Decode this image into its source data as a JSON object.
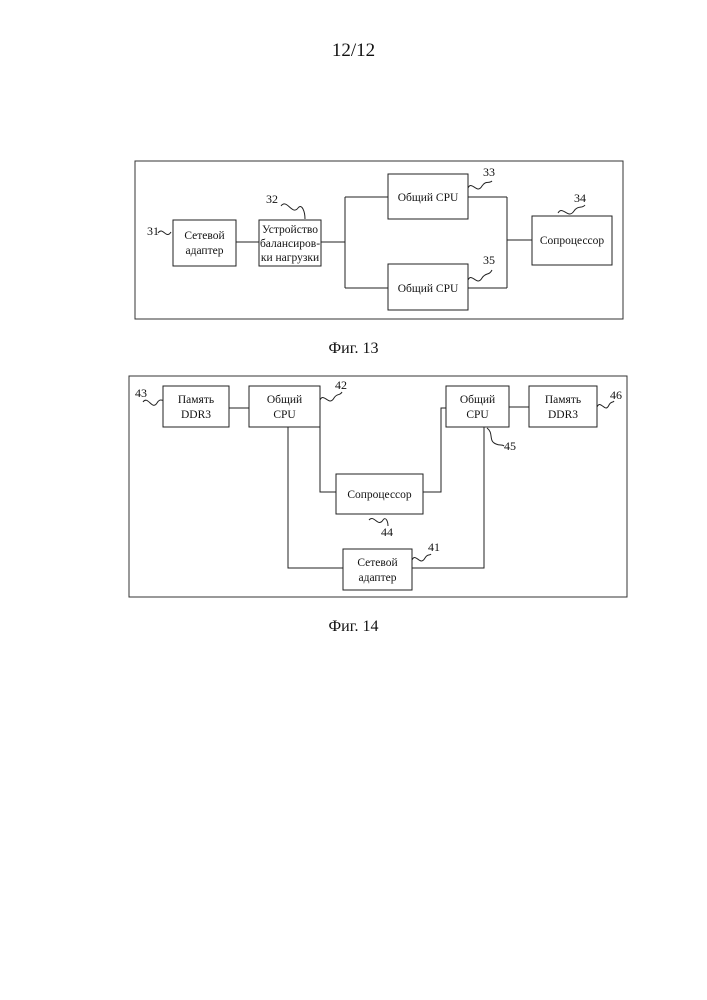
{
  "page": {
    "number": "12/12"
  },
  "fig13": {
    "caption": "Фиг. 13",
    "network_adapter": {
      "line1": "Сетевой",
      "line2": "адаптер",
      "ref": "31"
    },
    "load_balancer": {
      "line1": "Устройство",
      "line2": "балансиров-",
      "line3": "ки нагрузки",
      "ref": "32"
    },
    "cpu_top": {
      "label": "Общий CPU",
      "ref": "33"
    },
    "cpu_bottom": {
      "label": "Общий CPU",
      "ref": "35"
    },
    "coprocessor": {
      "label": "Сопроцессор",
      "ref": "34"
    }
  },
  "fig14": {
    "caption": "Фиг. 14",
    "memory_left": {
      "line1": "Память",
      "line2": "DDR3",
      "ref": "43"
    },
    "cpu_left": {
      "line1": "Общий",
      "line2": "CPU",
      "ref": "42"
    },
    "cpu_right": {
      "line1": "Общий",
      "line2": "CPU",
      "ref": "45"
    },
    "memory_right": {
      "line1": "Память",
      "line2": "DDR3",
      "ref": "46"
    },
    "coprocessor": {
      "label": "Сопроцессор",
      "ref": "44"
    },
    "network_adapter": {
      "line1": "Сетевой",
      "line2": "адаптер",
      "ref": "41"
    }
  }
}
